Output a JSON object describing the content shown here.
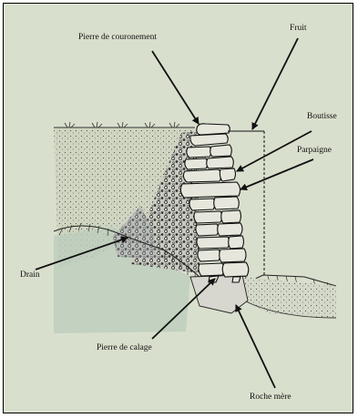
{
  "labels": {
    "crown_stone": "Pierre de couronement",
    "batter": "Fruit",
    "header_stone": "Boutisse",
    "through_stone": "Parpaigne",
    "drain": "Drain",
    "wedge_stone": "Pierre de calage",
    "bedrock": "Roche mère"
  },
  "colors": {
    "background": "#d9dfcd",
    "soil": "#cfd5c0",
    "gravel": "#c9cbc1",
    "stone_fill": "#e6e6dc",
    "ink": "#111111"
  }
}
